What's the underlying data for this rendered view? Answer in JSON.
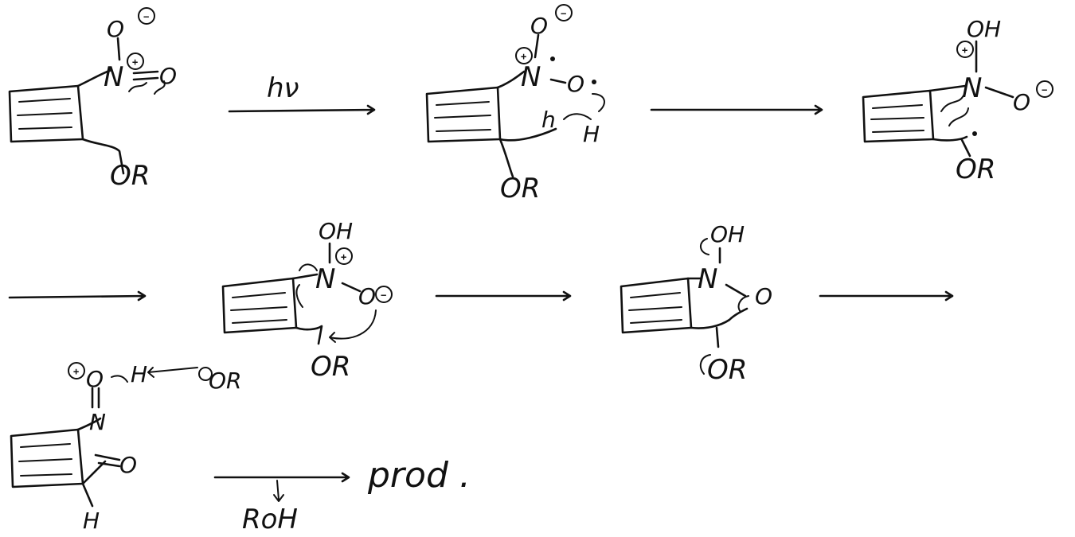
{
  "labels": {
    "hv": "hν",
    "prod": "prod .",
    "roh": "RoH"
  },
  "atoms": {
    "O": "O",
    "N": "N",
    "H": "H",
    "OH": "OH",
    "OR": "OR",
    "h": "h"
  },
  "charges": {
    "plus": "+",
    "minus": "−"
  },
  "colors": {
    "ink": "#111111",
    "background": "#ffffff"
  }
}
